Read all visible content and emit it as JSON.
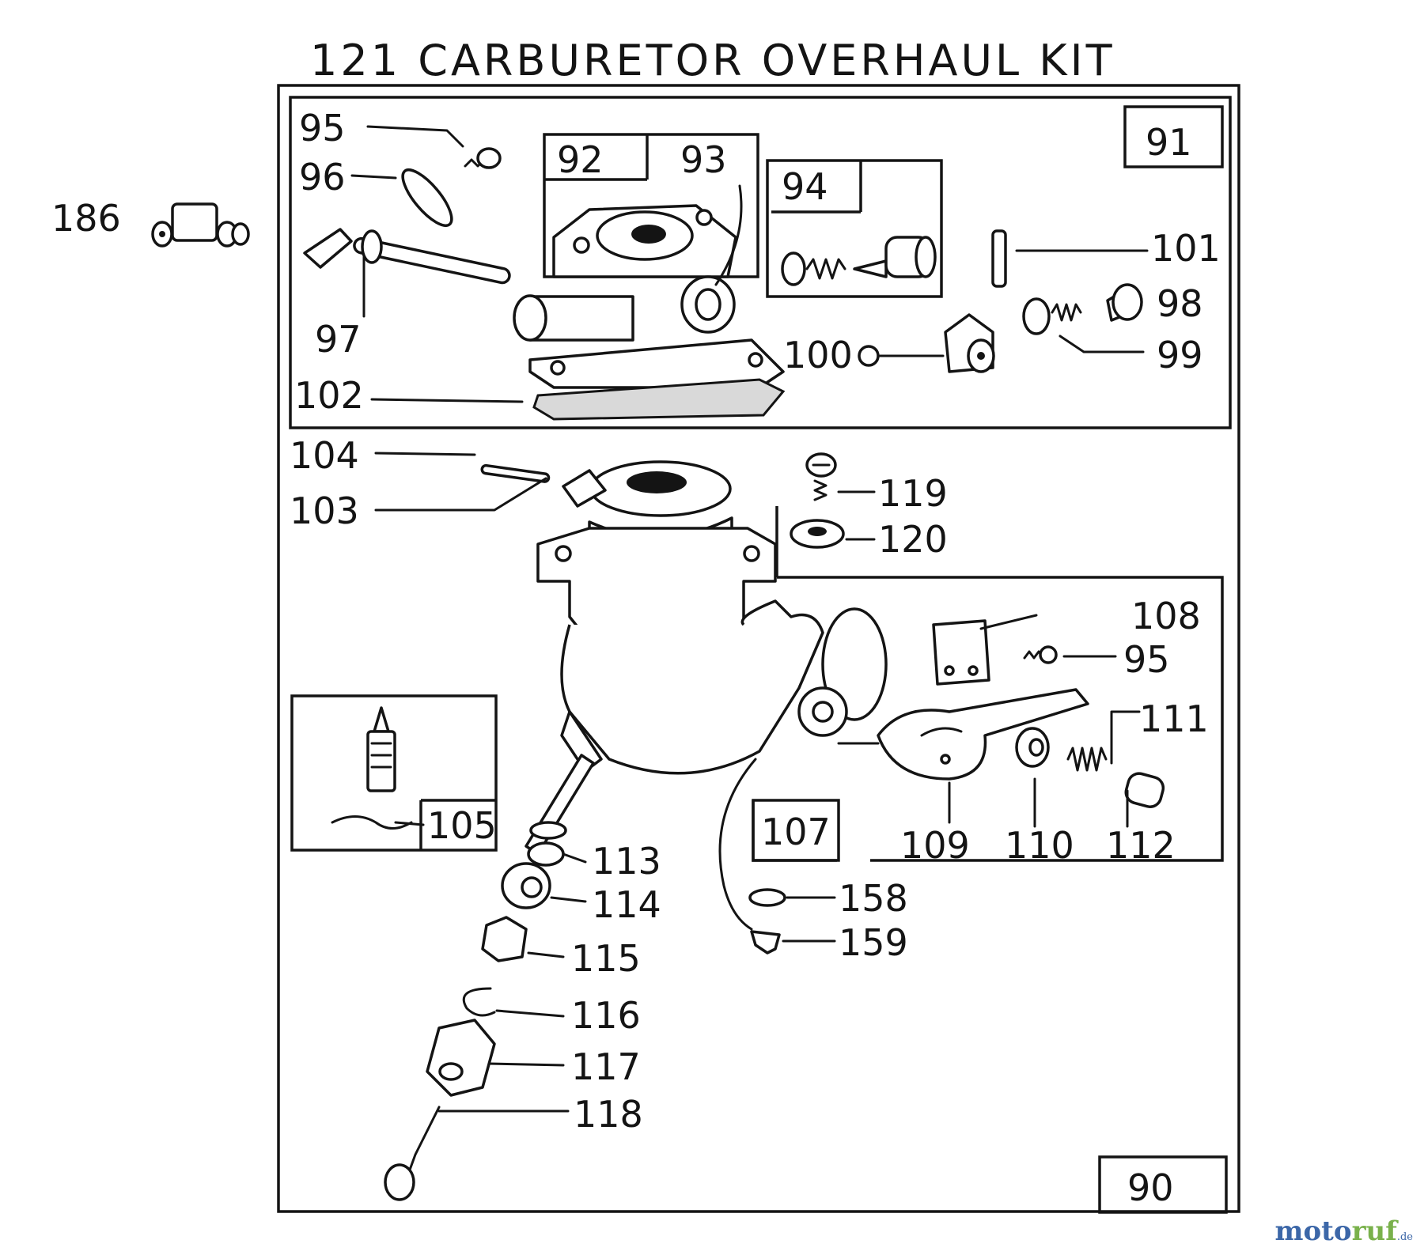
{
  "title": "121 CARBURETOR OVERHAUL KIT",
  "callouts": {
    "p186": "186",
    "p95a": "95",
    "p96": "96",
    "p97": "97",
    "p92": "92",
    "p93": "93",
    "p94": "94",
    "p91": "91",
    "p101": "101",
    "p98": "98",
    "p99": "99",
    "p100": "100",
    "p102": "102",
    "p104": "104",
    "p103": "103",
    "p119": "119",
    "p120": "120",
    "p108": "108",
    "p95b": "95",
    "p111": "111",
    "p109": "109",
    "p110": "110",
    "p112": "112",
    "p107": "107",
    "p105": "105",
    "p113": "113",
    "p114": "114",
    "p115": "115",
    "p116": "116",
    "p117": "117",
    "p118": "118",
    "p158": "158",
    "p159": "159",
    "p90": "90"
  },
  "watermark": {
    "part1": "moto",
    "part2": "ruf",
    "suffix": ".de"
  }
}
